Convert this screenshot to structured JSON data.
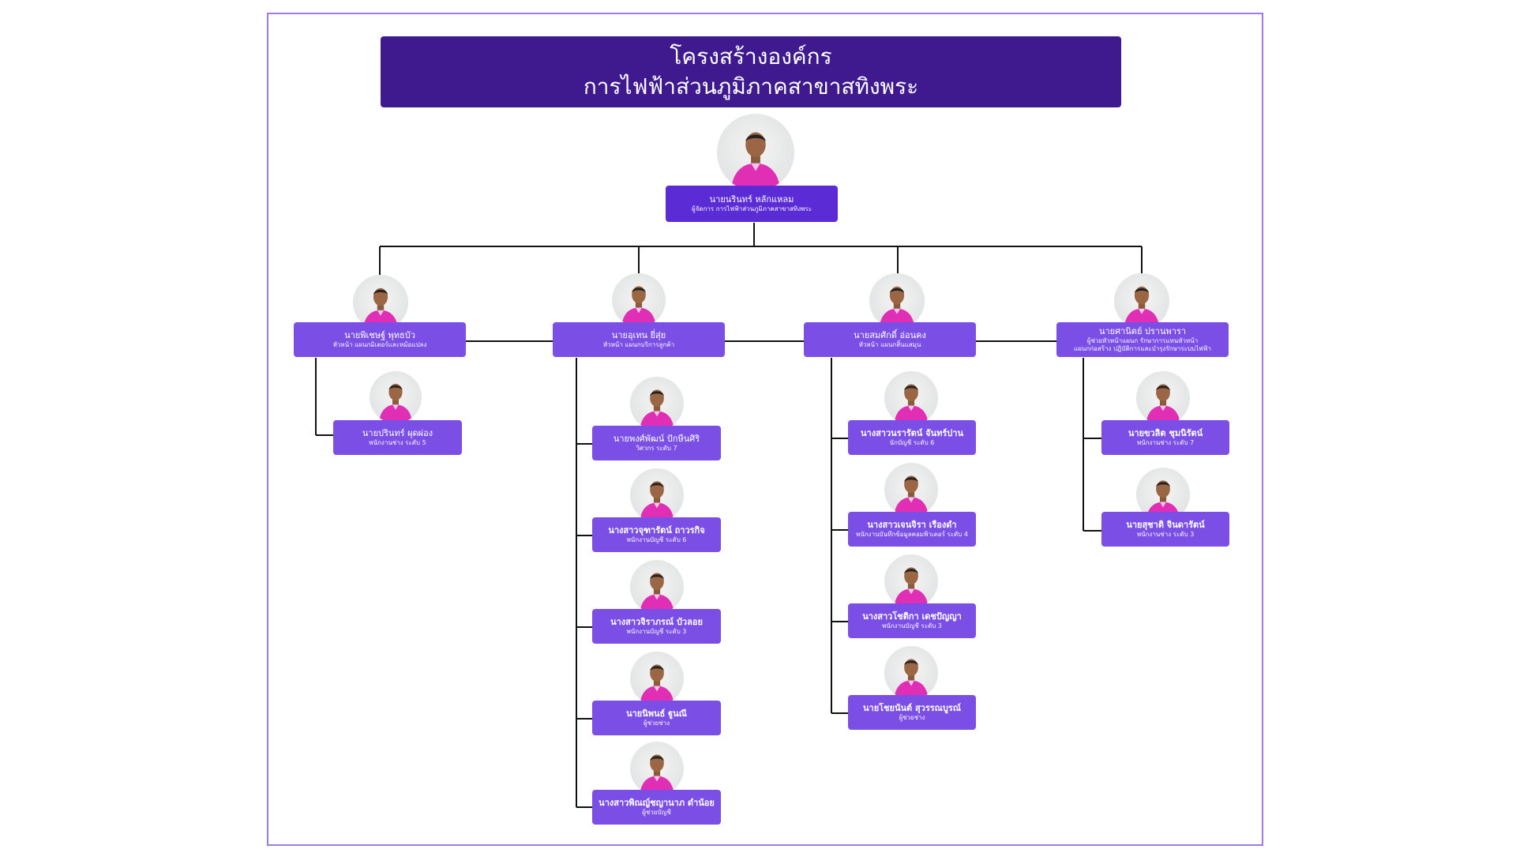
{
  "header": {
    "line1": "โครงสร้างองค์กร",
    "line2": "การไฟฟ้าส่วนภูมิภาคสาขาสทิงพระ"
  },
  "manager": {
    "name": "นายนรินทร์ หลักแหลม",
    "role": "ผู้จัดการ การไฟฟ้าส่วนภูมิภาคสาขาสทิงพระ"
  },
  "departments": [
    {
      "head": {
        "name": "นายพิเชษฐ์ พุทธบัว",
        "role": "หัวหน้า แผนกมิเตอร์และหม้อแปลง"
      },
      "staff": [
        {
          "name": "นายปรินทร์ ผุดผ่อง",
          "role": "พนักงานช่าง ระดับ 5"
        }
      ]
    },
    {
      "head": {
        "name": "นายอุเทน ยี่สุ่ย",
        "role": "หัวหน้า แผนกบริการลูกค้า"
      },
      "staff": [
        {
          "name": "นายพงศ์พัฒน์ ปักษีนศิริ",
          "role": "วิศวกร ระดับ 7"
        },
        {
          "name": "นางสาวจุฑารัตน์ ถาวรกิจ",
          "role": "พนักงานบัญชี ระดับ 6"
        },
        {
          "name": "นางสาวจิราภรณ์ บัวลอย",
          "role": "พนักงานบัญชี ระดับ 3"
        },
        {
          "name": "นายนิพนธ์ ฐูนณี",
          "role": "ผู้ช่วยช่าง"
        },
        {
          "name": "นางสาวพิณญ์ชญานาภ ดำน้อย",
          "role": "ผู้ช่วยบัญชี"
        }
      ]
    },
    {
      "head": {
        "name": "นายสมศักดิ์ อ่อนคง",
        "role": "หัวหน้า แผนกสิ้นแสมุน"
      },
      "staff": [
        {
          "name": "นางสาวนรารัตน์ จันทร์ปาน",
          "role": "นักบัญชี ระดับ 6"
        },
        {
          "name": "นางสาวเจนจิรา เรืองดำ",
          "role": "พนักงานบันทึกข้อมูลคอมพิวเตอร์ ระดับ 4"
        },
        {
          "name": "นางสาวโชติกา เดชปัญญา",
          "role": "พนักงานบัญชี ระดับ 3"
        },
        {
          "name": "นายโชยนันต์ สุวรรณบูรณ์",
          "role": "ผู้ช่วยช่าง"
        }
      ]
    },
    {
      "head": {
        "name": "นายศานิตย์ ปรานพารา",
        "role": "ผู้ช่วยหัวหน้าแผนก รักษาการแทนหัวหน้า",
        "role2": "แผนกก่อสร้าง ปฏิบัติการและบำรุงรักษาระบบไฟฟ้า"
      },
      "staff": [
        {
          "name": "นายขวลิต ชุมนิรัตน์",
          "role": "พนักงานช่าง ระดับ 7"
        },
        {
          "name": "นายสุชาติ จินดารัตน์",
          "role": "พนักงานช่าง ระดับ 3"
        }
      ]
    }
  ],
  "colors": {
    "header": "#3f1a8f",
    "manager_card": "#5b2bd6",
    "card": "#7b4fe6",
    "shirt": "#e02fb4",
    "frame": "#9b7ce8"
  }
}
